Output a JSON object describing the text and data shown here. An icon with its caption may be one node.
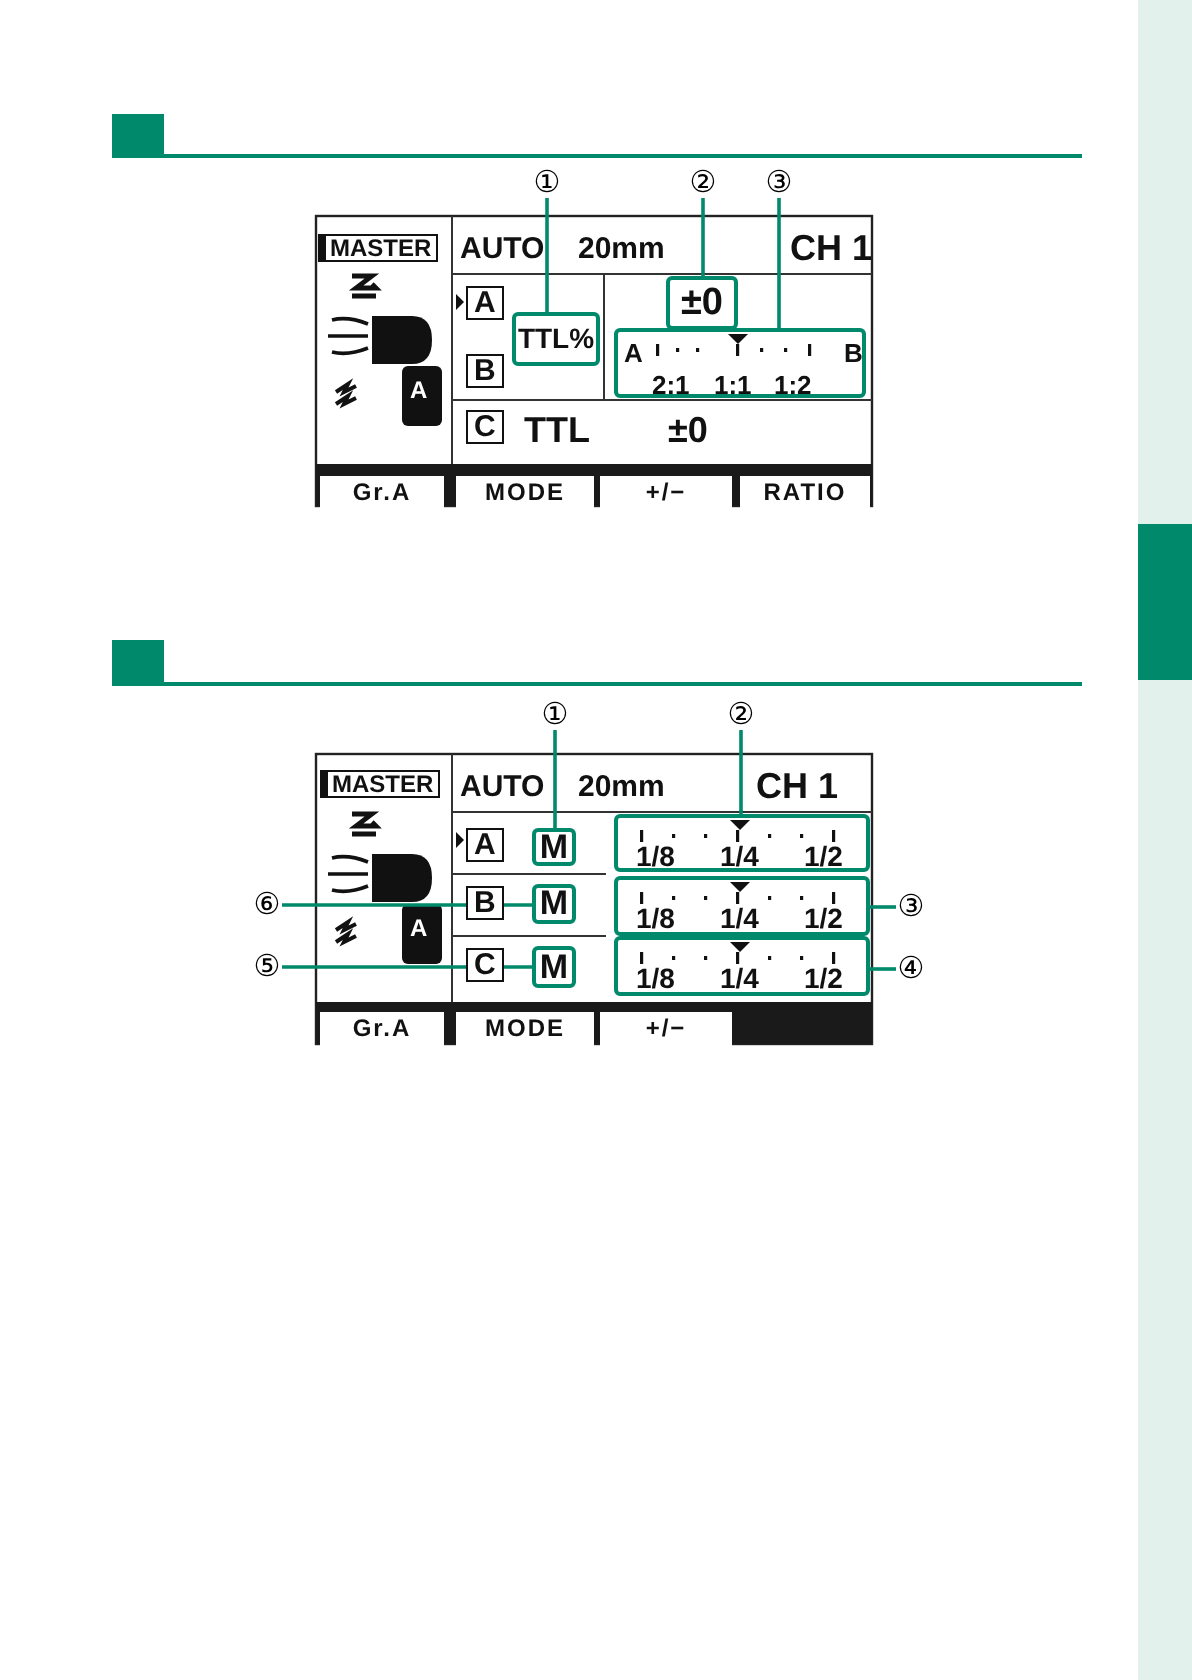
{
  "diagram": {
    "nodes": [
      {
        "text": [
          "①"
        ]
      },
      {
        "text": [
          "②"
        ]
      },
      {
        "text": [
          "③"
        ]
      },
      {
        "text": [
          "TTL%"
        ]
      },
      {
        "text": [
          "±0"
        ]
      },
      {
        "text": [
          "A",
          "B",
          "2:1",
          "1:1",
          "1:2"
        ]
      },
      {
        "text": [
          "①"
        ]
      },
      {
        "text": [
          "②"
        ]
      },
      {
        "text": [
          "M"
        ]
      },
      {
        "text": [
          "1/8",
          "1/4",
          "1/2"
        ]
      },
      {
        "text": [
          "⑥"
        ]
      },
      {
        "text": [
          "M"
        ]
      },
      {
        "text": [
          "1/8",
          "1/4",
          "1/2"
        ]
      },
      {
        "text": [
          "③"
        ]
      },
      {
        "text": [
          "⑤"
        ]
      },
      {
        "text": [
          "M"
        ]
      },
      {
        "text": [
          "1/8",
          "1/4",
          "1/2"
        ]
      },
      {
        "text": [
          "④"
        ]
      }
    ],
    "edges": [
      {
        "from": 0,
        "to": 3,
        "arrow": "none"
      },
      {
        "from": 1,
        "to": 4,
        "arrow": "none"
      },
      {
        "from": 2,
        "to": 5,
        "arrow": "none"
      },
      {
        "from": 6,
        "to": 8,
        "arrow": "none"
      },
      {
        "from": 7,
        "to": 9,
        "arrow": "none"
      },
      {
        "from": 10,
        "to": 11,
        "arrow": "none"
      },
      {
        "from": 13,
        "to": 12,
        "arrow": "none"
      },
      {
        "from": 14,
        "to": 15,
        "arrow": "none"
      },
      {
        "from": 17,
        "to": 16,
        "arrow": "none"
      }
    ],
    "labels": [
      "MASTER",
      "AUTO",
      "20mm",
      "CH 1",
      "A",
      "B",
      "A",
      "C",
      "TTL",
      "±0",
      "Gr.A",
      "MODE",
      "+/−",
      "RATIO",
      "MASTER",
      "AUTO",
      "20mm",
      "CH 1",
      "A",
      "B",
      "A",
      "C",
      "Gr.A",
      "MODE",
      "+/−"
    ]
  }
}
